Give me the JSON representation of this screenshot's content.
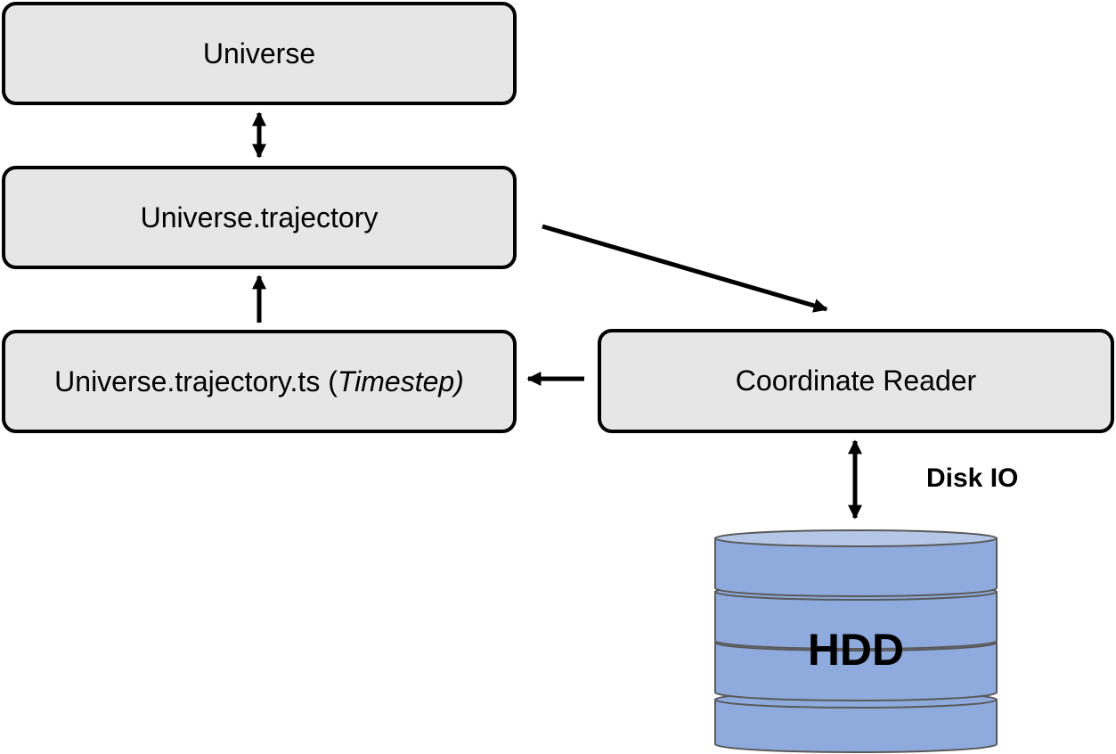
{
  "boxes": {
    "universe": "Universe",
    "trajectory": "Universe.trajectory",
    "timestep_prefix": "Universe.trajectory.ts (",
    "timestep_italic": "Timestep)",
    "reader": "Coordinate Reader"
  },
  "labels": {
    "disk_io": "Disk IO",
    "hdd": "HDD"
  },
  "colors": {
    "box_fill": "#e6e6e6",
    "disk_fill": "#8faadc",
    "disk_top": "#b4c7e7",
    "stroke": "#000000"
  }
}
